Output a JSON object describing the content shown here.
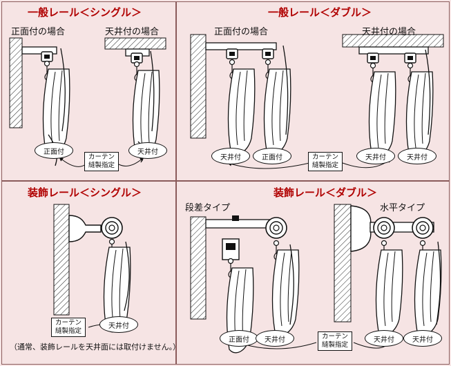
{
  "panels": {
    "general_single": {
      "title": "一般レール＜シングル＞",
      "left_label": "正面付の場合",
      "right_label": "天井付の場合",
      "oval_left": "正面付",
      "oval_right": "天井付",
      "sew_line1": "カーテン",
      "sew_line2": "縫製指定"
    },
    "general_double": {
      "title": "一般レール＜ダブル＞",
      "left_label": "正面付の場合",
      "right_label": "天井付の場合",
      "oval_1": "天井付",
      "oval_2": "正面付",
      "oval_3": "天井付",
      "oval_4": "天井付",
      "sew_line1": "カーテン",
      "sew_line2": "縫製指定"
    },
    "decor_single": {
      "title": "装飾レール＜シングル＞",
      "sew_line1": "カーテン",
      "sew_line2": "縫製指定",
      "oval": "天井付",
      "note": "（通常、装飾レールを天井面には取付けません。）"
    },
    "decor_double": {
      "title": "装飾レール＜ダブル＞",
      "left_label": "段差タイプ",
      "right_label": "水平タイプ",
      "oval_1": "正面付",
      "oval_2": "天井付",
      "oval_3": "天井付",
      "oval_4": "天井付",
      "sew_line1": "カーテン",
      "sew_line2": "縫製指定"
    }
  },
  "colors": {
    "background": "#f6e4e4",
    "title": "#b00000",
    "border": "#8a5a5a"
  }
}
